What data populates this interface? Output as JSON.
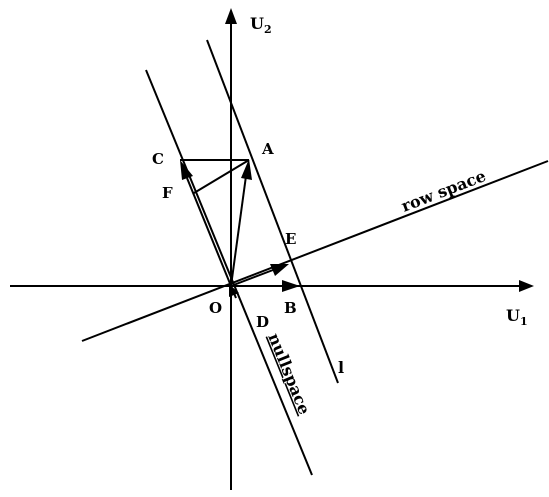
{
  "axes": {
    "horizontal": {
      "base": "U",
      "sub": "1"
    },
    "vertical": {
      "base": "U",
      "sub": "2"
    }
  },
  "points": {
    "origin": "O",
    "a": "A",
    "b": "B",
    "c": "C",
    "d": "D",
    "e": "E",
    "f": "F"
  },
  "lines": {
    "row_space": "row space",
    "nullspace": "nullspace",
    "l": "l"
  }
}
